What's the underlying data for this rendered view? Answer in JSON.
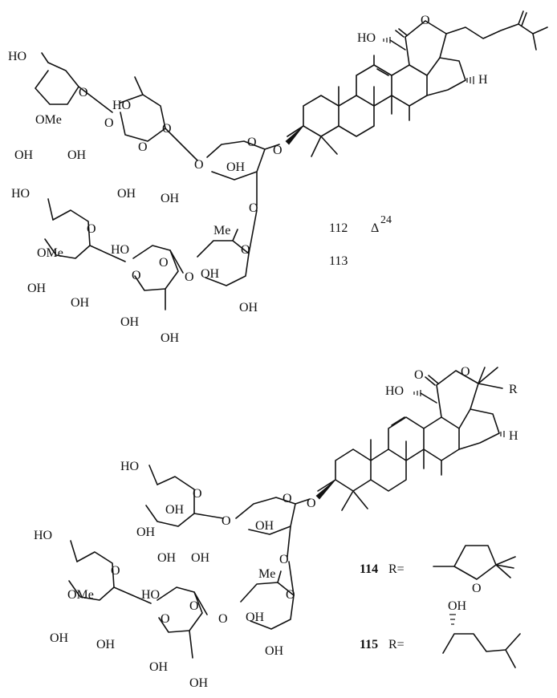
{
  "compounds": {
    "c112": {
      "number": "112",
      "note_prefix": "Δ",
      "note_sup": "24"
    },
    "c113": {
      "number": "113"
    },
    "c114": {
      "number": "114",
      "r_label": "R="
    },
    "c115": {
      "number": "115",
      "r_label": "R="
    }
  },
  "substituents": {
    "R": "R"
  },
  "atom_labels": {
    "HO": "HO",
    "OH": "OH",
    "O": "O",
    "H": "H",
    "OMe": "OMe",
    "Me": "Me"
  }
}
